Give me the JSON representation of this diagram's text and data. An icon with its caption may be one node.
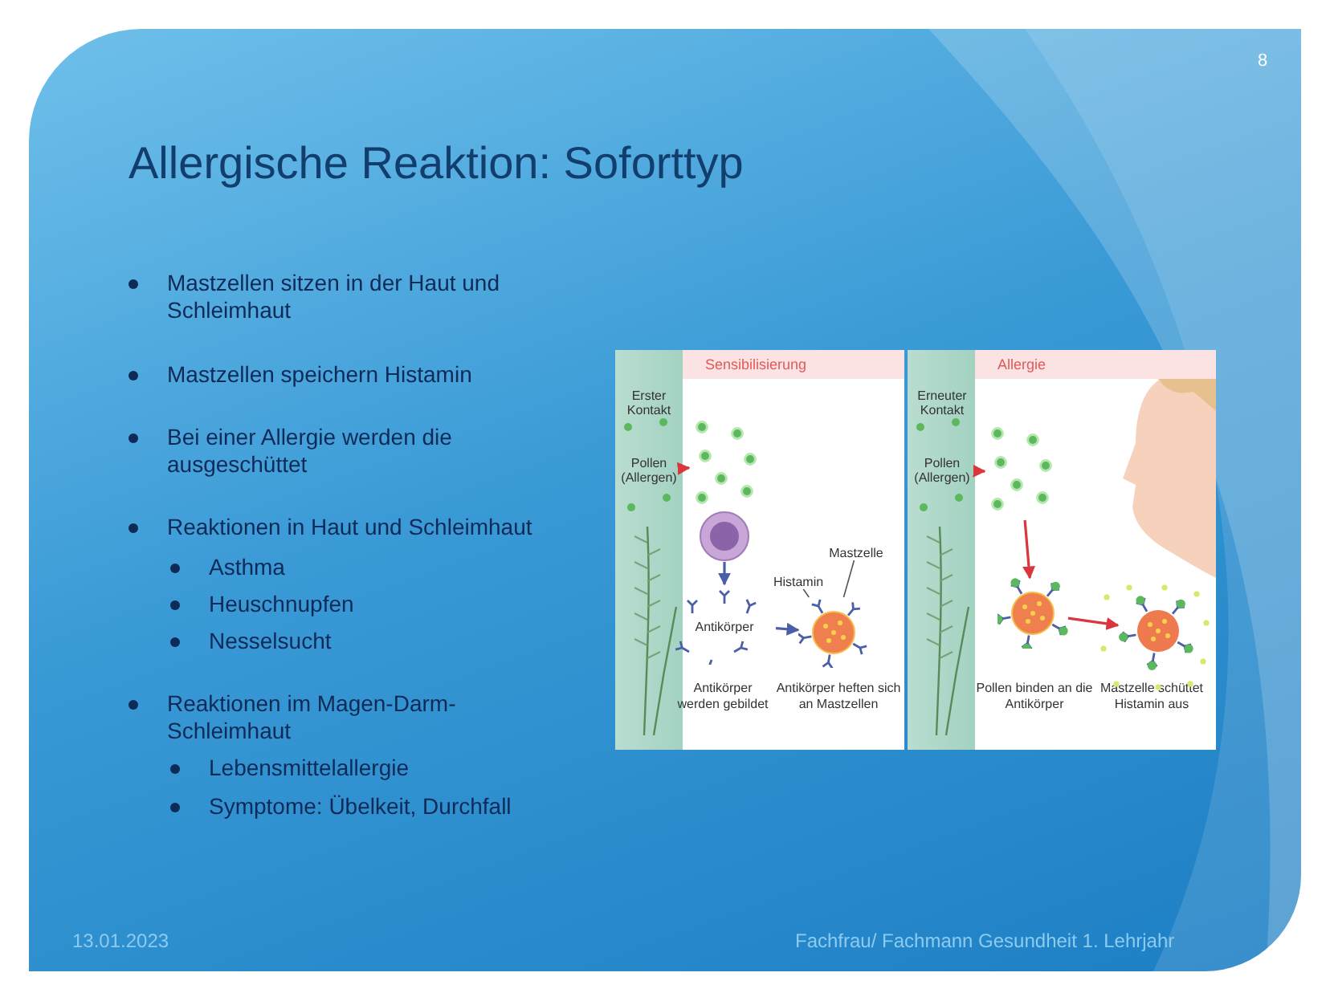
{
  "diagram": {
    "title": "Allergische Reaktion: Soforttyp",
    "nodes": [
      {
        "text": [
          "Sensibilisierung"
        ]
      },
      {
        "text": [
          "Erster Kontakt"
        ],
        "in": 0
      },
      {
        "text": [
          "Pollen (Allergen)"
        ],
        "in": 0
      },
      {
        "text": [],
        "shape": "picture",
        "in": 0
      },
      {
        "text": [],
        "shape": "circle",
        "in": 0
      },
      {
        "text": [
          "Antikörper"
        ],
        "beside": [
          "Antikörper werden gebildet"
        ],
        "in": 0
      },
      {
        "text": [],
        "shape": "circle",
        "beside": [
          "Antikörper heften sich an Mastzellen"
        ],
        "in": 0
      },
      {
        "text": [
          "Mastzelle"
        ],
        "in": 0
      },
      {
        "text": [
          "Histamin"
        ],
        "in": 0
      },
      {
        "text": [
          "Allergie"
        ]
      },
      {
        "text": [
          "Erneuter Kontakt"
        ],
        "in": 9
      },
      {
        "text": [
          "Pollen (Allergen)"
        ],
        "in": 9
      },
      {
        "text": [],
        "shape": "picture",
        "in": 9
      },
      {
        "text": [],
        "shape": "circle",
        "beside": [
          "Pollen binden an die Antikörper"
        ],
        "in": 9
      },
      {
        "text": [],
        "shape": "circle",
        "beside": [
          "Mastzelle schüttet Histamin aus"
        ],
        "in": 9
      }
    ],
    "edges": [
      {
        "from": 2,
        "to": 3,
        "arrow": "to"
      },
      {
        "from": 4,
        "to": 5,
        "arrow": "to",
        "color": "#4a5fa8"
      },
      {
        "from": 5,
        "to": 6,
        "arrow": "to",
        "color": "#4a5fa8"
      },
      {
        "from": 7,
        "to": 6,
        "arrow": "none",
        "color": "#555555"
      },
      {
        "from": 8,
        "to": 6,
        "arrow": "none",
        "color": "#555555"
      },
      {
        "from": 11,
        "to": 12,
        "arrow": "to"
      },
      {
        "from": 12,
        "to": 13,
        "arrow": "to"
      },
      {
        "from": 13,
        "to": 14,
        "arrow": "to"
      }
    ],
    "labels": [
      "8",
      "Mastzellen sitzen in der Haut und Schleimhaut",
      "Mastzellen speichern Histamin",
      "Bei einer Allergie werden die ausgeschüttet",
      "Reaktionen in Haut und Schleimhaut",
      "Asthma",
      "Heuschnupfen",
      "Nesselsucht",
      "Reaktionen im Magen-Darm-Schleimhaut",
      "Lebensmittelallergie",
      "Symptome: Übelkeit, Durchfall",
      "13.01.2023",
      "Fachfrau/ Fachmann Gesundheit 1. Lehrjahr"
    ]
  }
}
